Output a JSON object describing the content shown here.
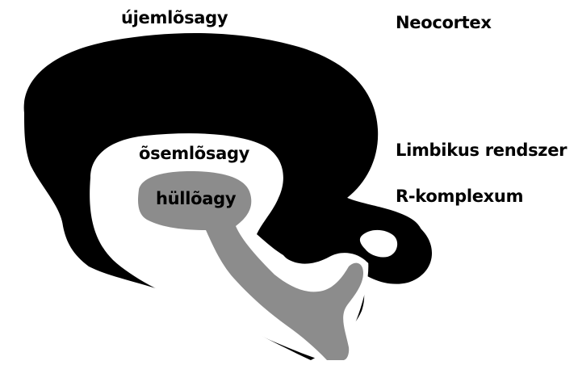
{
  "colors": {
    "neocortex": "#000000",
    "limbic": "#ffffff",
    "reptilian": "#8c8c8c",
    "text": "#000000",
    "background": "#ffffff"
  },
  "labels": {
    "ujemlosagy": "újemlõsagy",
    "osemlosagy": "õsemlõsagy",
    "hulloagy": "hüllõagy"
  },
  "legend": {
    "neocortex": "Neocortex",
    "limbic": "Limbikus rendszer",
    "rkomplexum": "R-komplexum"
  }
}
